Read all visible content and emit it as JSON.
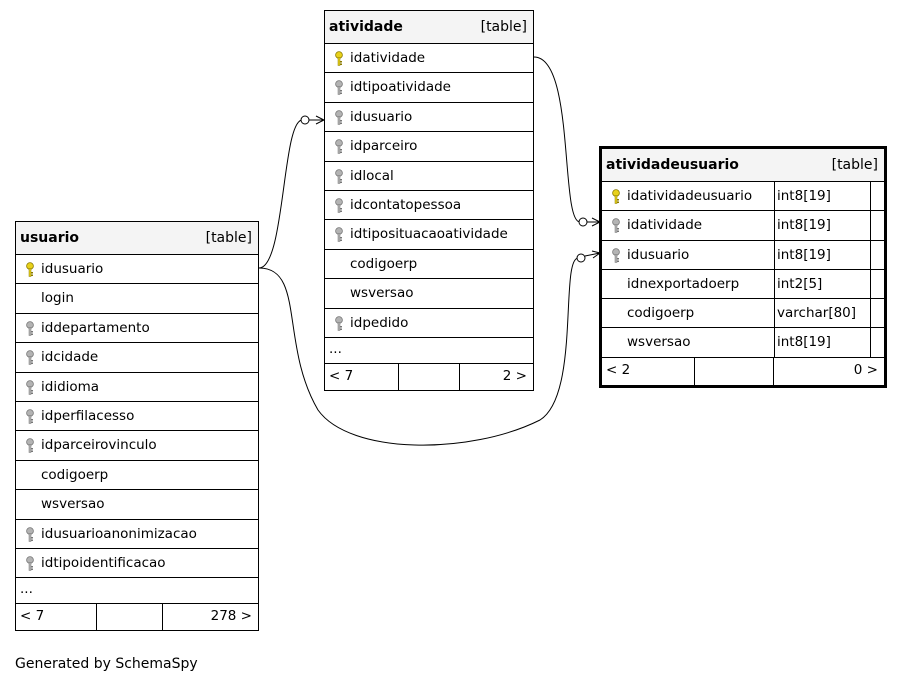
{
  "footer_text": "Generated by SchemaSpy",
  "tables": {
    "atividade": {
      "name": "atividade",
      "type": "[table]",
      "columns": [
        {
          "name": "idatividade",
          "key": "pk"
        },
        {
          "name": "idtipoatividade",
          "key": "fk"
        },
        {
          "name": "idusuario",
          "key": "fk"
        },
        {
          "name": "idparceiro",
          "key": "fk"
        },
        {
          "name": "idlocal",
          "key": "fk"
        },
        {
          "name": "idcontatopessoa",
          "key": "fk"
        },
        {
          "name": "idtiposituacaoatividade",
          "key": "fk"
        },
        {
          "name": "codigoerp",
          "key": "none"
        },
        {
          "name": "wsversao",
          "key": "none"
        },
        {
          "name": "idpedido",
          "key": "fk"
        }
      ],
      "more": "...",
      "footer_left": "< 7",
      "footer_right": "2 >"
    },
    "usuario": {
      "name": "usuario",
      "type": "[table]",
      "columns": [
        {
          "name": "idusuario",
          "key": "pk"
        },
        {
          "name": "login",
          "key": "none"
        },
        {
          "name": "iddepartamento",
          "key": "fk"
        },
        {
          "name": "idcidade",
          "key": "fk"
        },
        {
          "name": "ididioma",
          "key": "fk"
        },
        {
          "name": "idperfilacesso",
          "key": "fk"
        },
        {
          "name": "idparceirovinculo",
          "key": "fk"
        },
        {
          "name": "codigoerp",
          "key": "none"
        },
        {
          "name": "wsversao",
          "key": "none"
        },
        {
          "name": "idusuarioanonimizacao",
          "key": "fk"
        },
        {
          "name": "idtipoidentificacao",
          "key": "fk"
        }
      ],
      "more": "...",
      "footer_left": "< 7",
      "footer_right": "278 >"
    },
    "atividadeusuario": {
      "name": "atividadeusuario",
      "type": "[table]",
      "columns": [
        {
          "name": "idatividadeusuario",
          "type": "int8[19]",
          "key": "pk"
        },
        {
          "name": "idatividade",
          "type": "int8[19]",
          "key": "fk"
        },
        {
          "name": "idusuario",
          "type": "int8[19]",
          "key": "fk"
        },
        {
          "name": "idnexportadoerp",
          "type": "int2[5]",
          "key": "none"
        },
        {
          "name": "codigoerp",
          "type": "varchar[80]",
          "key": "none"
        },
        {
          "name": "wsversao",
          "type": "int8[19]",
          "key": "none"
        }
      ],
      "footer_left": "< 2",
      "footer_right": "0 >"
    }
  },
  "colors": {
    "primary_key": "#e8d11a",
    "foreign_key": "#b3b3b3",
    "header_bg": "#f4f4f4"
  }
}
